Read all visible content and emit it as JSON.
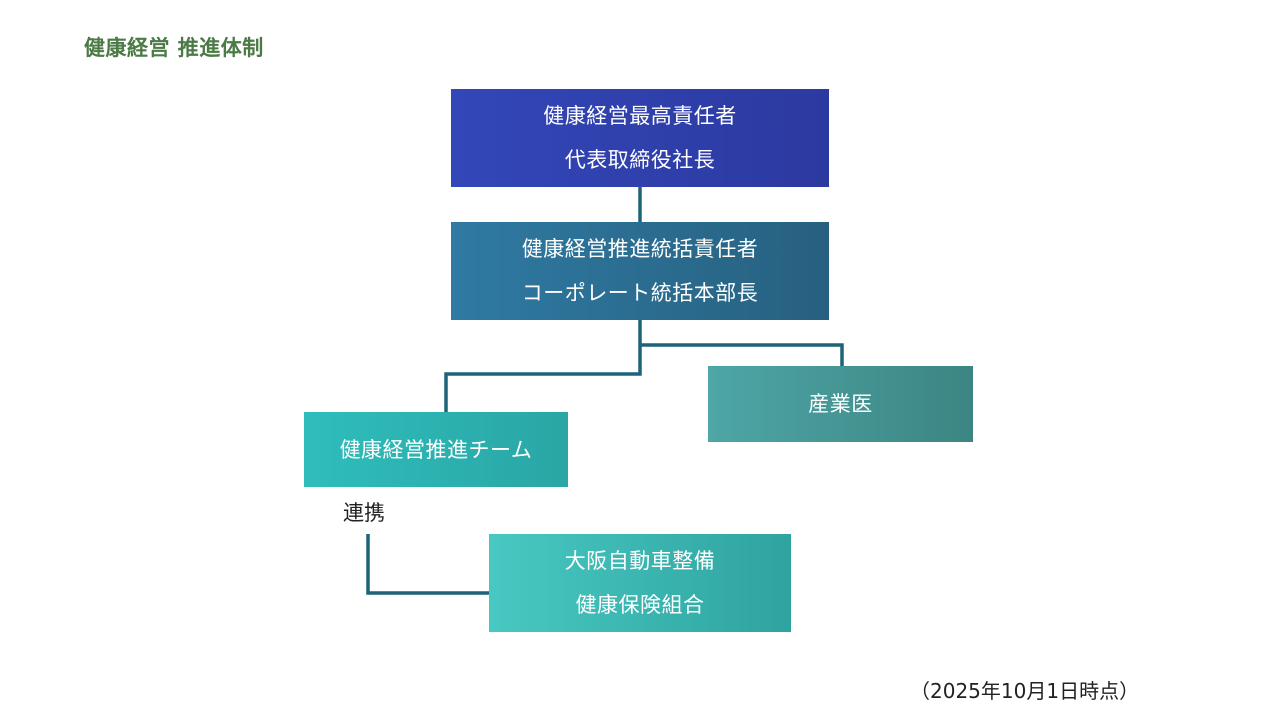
{
  "title": "健康経営 推進体制",
  "nodes": {
    "ceo": {
      "role": "健康経営最高責任者",
      "position": "代表取締役社長"
    },
    "director": {
      "role": "健康経営推進統括責任者",
      "position": "コーポレート統括本部長"
    },
    "doctor": {
      "label": "産業医"
    },
    "team": {
      "label": "健康経営推進チーム"
    },
    "union": {
      "line1": "大阪自動車整備",
      "line2": "健康保険組合"
    }
  },
  "collaboration_label": "連携",
  "footnote": "（2025年10月1日時点）",
  "colors": {
    "title": "#4b7a46",
    "connector": "#1d6479",
    "ceo": "#3347b8",
    "director": "#2f7aa3",
    "doctor": "#4ea6a6",
    "team": "#2fbdbb",
    "union": "#48c8c2"
  }
}
